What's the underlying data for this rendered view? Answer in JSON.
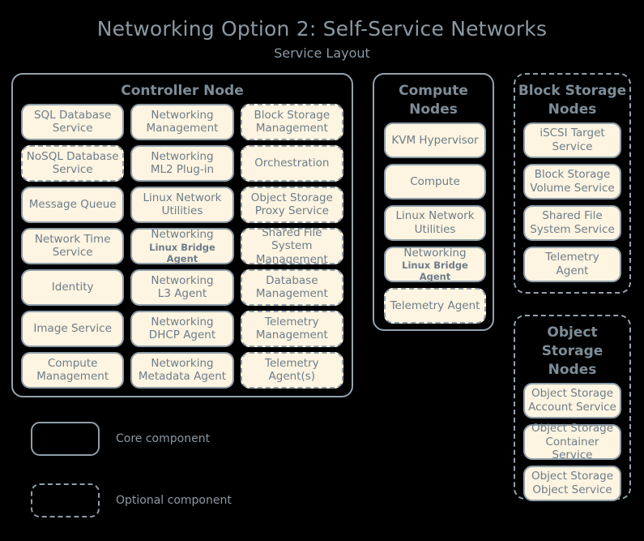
{
  "title": {
    "main": "Networking Option 2: Self-Service Networks",
    "subtitle": "Service Layout"
  },
  "nodes": {
    "controller": {
      "title": "Controller Node",
      "optional": false,
      "rows": [
        [
          {
            "label": "SQL Database Service",
            "optional": false
          },
          {
            "label": "Networking Management",
            "optional": false
          },
          {
            "label": "Block Storage Management",
            "optional": true
          }
        ],
        [
          {
            "label": "NoSQL Database Service",
            "optional": true
          },
          {
            "line1": "Networking",
            "line2": "ML2 Plug-in",
            "optional": false
          },
          {
            "label": "Orchestration",
            "optional": true
          }
        ],
        [
          {
            "label": "Message Queue",
            "optional": false
          },
          {
            "label": "Linux Network Utilities",
            "optional": false
          },
          {
            "label": "Object Storage Proxy Service",
            "optional": true
          }
        ],
        [
          {
            "label": "Network Time Service",
            "optional": false
          },
          {
            "line1": "Networking",
            "line2": "Linux Bridge Agent",
            "small2": true,
            "optional": false
          },
          {
            "label": "Shared File System Management",
            "optional": true
          }
        ],
        [
          {
            "label": "Identity",
            "optional": false
          },
          {
            "line1": "Networking",
            "line2": "L3 Agent",
            "optional": false
          },
          {
            "label": "Database Management",
            "optional": true
          }
        ],
        [
          {
            "label": "Image Service",
            "optional": false
          },
          {
            "line1": "Networking",
            "line2": "DHCP Agent",
            "optional": false
          },
          {
            "label": "Telemetry Management",
            "optional": true
          }
        ],
        [
          {
            "label": "Compute Management",
            "optional": false
          },
          {
            "line1": "Networking",
            "line2": "Metadata Agent",
            "optional": false
          },
          {
            "label": "Telemetry Agent(s)",
            "optional": true
          }
        ]
      ]
    },
    "compute": {
      "title": "Compute Nodes",
      "optional": false,
      "items": [
        {
          "label": "KVM Hypervisor",
          "optional": false
        },
        {
          "label": "Compute",
          "optional": false
        },
        {
          "label": "Linux Network Utilities",
          "optional": false
        },
        {
          "line1": "Networking",
          "line2": "Linux Bridge Agent",
          "small2": true,
          "optional": false
        },
        {
          "label": "Telemetry Agent",
          "optional": true
        }
      ]
    },
    "block_storage": {
      "title": "Block Storage Nodes",
      "optional": true,
      "items": [
        {
          "label": "iSCSI Target Service",
          "optional": false
        },
        {
          "label": "Block Storage Volume Service",
          "optional": false
        },
        {
          "label": "Shared File System Service",
          "optional": false
        },
        {
          "label": "Telemetry Agent",
          "optional": false
        }
      ]
    },
    "object_storage": {
      "title": "Object Storage Nodes",
      "optional": true,
      "items": [
        {
          "label": "Object Storage Account Service",
          "optional": false
        },
        {
          "label": "Object Storage Container Service",
          "optional": false
        },
        {
          "label": "Object Storage Object Service",
          "optional": false
        }
      ]
    }
  },
  "legend": {
    "core": "Core component",
    "optional": "Optional component"
  },
  "colors": {
    "background": "#000000",
    "box_fill": "#fdf4e1",
    "box_border": "#8e9ea9",
    "text": "#6d7d89",
    "title_text": "#8b99a3"
  }
}
